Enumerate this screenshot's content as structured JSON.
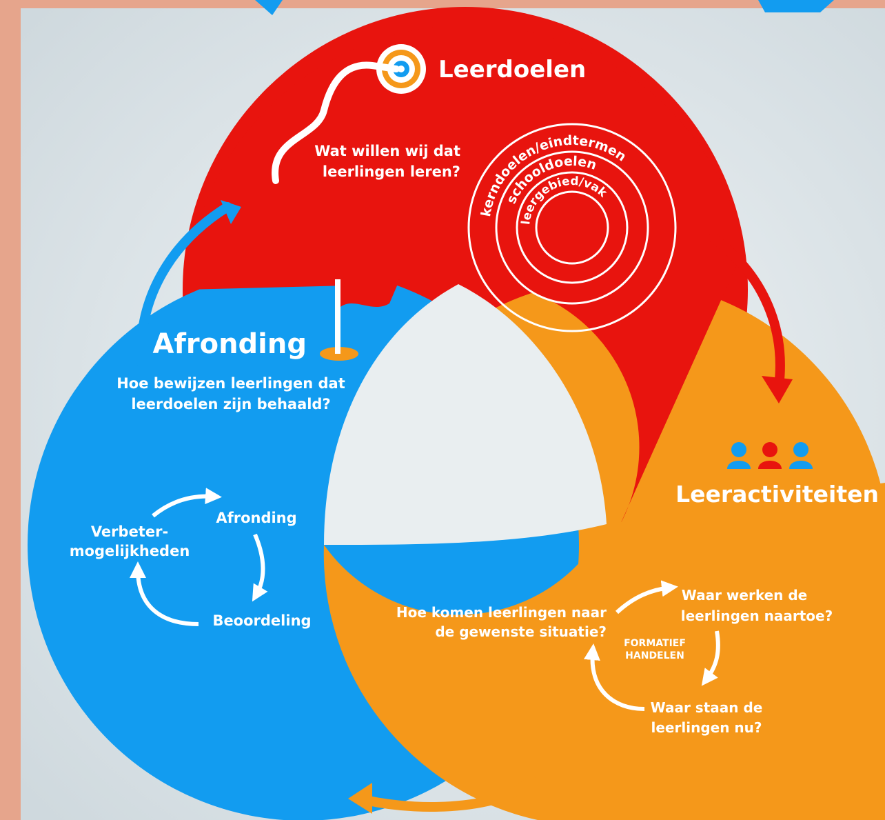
{
  "colors": {
    "leerdoelen": "#e8140e",
    "leeractiviteiten": "#f5981a",
    "afronding": "#129cf0",
    "background": "#d9e2e6",
    "accent_left": "#e6a58c"
  },
  "leerdoelen": {
    "title": "Leerdoelen",
    "question_line1": "Wat willen wij dat",
    "question_line2": "leerlingen leren?",
    "ring_outer": "kerndoelen/eindtermen",
    "ring_middle": "schooldoelen",
    "ring_inner": "leergebied/vak",
    "icon": "target-icon"
  },
  "leeractiviteiten": {
    "title": "Leeractiviteiten",
    "question_line1": "Hoe komen leerlingen naar",
    "question_line2": "de gewenste situatie?",
    "cycle": {
      "top_line1": "Waar werken de",
      "top_line2": "leerlingen naartoe?",
      "center_line1": "FORMATIEF",
      "center_line2": "HANDELEN",
      "bottom_line1": "Waar staan de",
      "bottom_line2": "leerlingen nu?"
    },
    "icon": "people-icon"
  },
  "afronding": {
    "title": "Afronding",
    "question_line1": "Hoe bewijzen leerlingen dat",
    "question_line2": "leerdoelen zijn behaald?",
    "cycle": {
      "top": "Afronding",
      "left_line1": "Verbeter-",
      "left_line2": "mogelijkheden",
      "bottom": "Beoordeling"
    },
    "icon": "flag-icon"
  }
}
